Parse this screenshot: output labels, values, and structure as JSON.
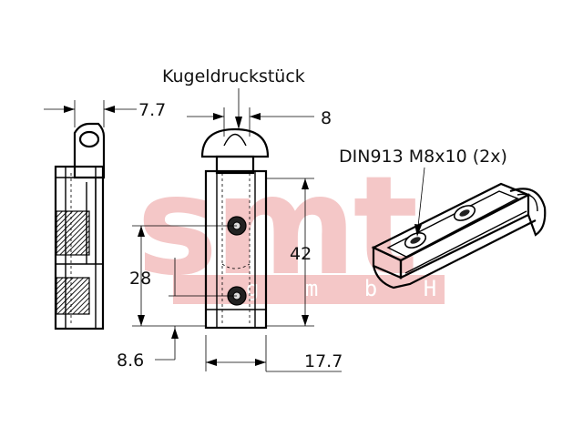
{
  "labels": {
    "ball_plunger": "Kugeldruckstück",
    "screw_spec": "DIN913 M8x10 (2x)"
  },
  "dimensions": {
    "top_left": "7.7",
    "top_right": "8",
    "height_total": "42",
    "height_lower": "28",
    "bottom_left": "8.6",
    "bottom_right": "17.7"
  },
  "watermark": {
    "brand": "smt",
    "suffix": "g m b H"
  },
  "colors": {
    "watermark": "#f4c7c7",
    "line": "#000000"
  }
}
